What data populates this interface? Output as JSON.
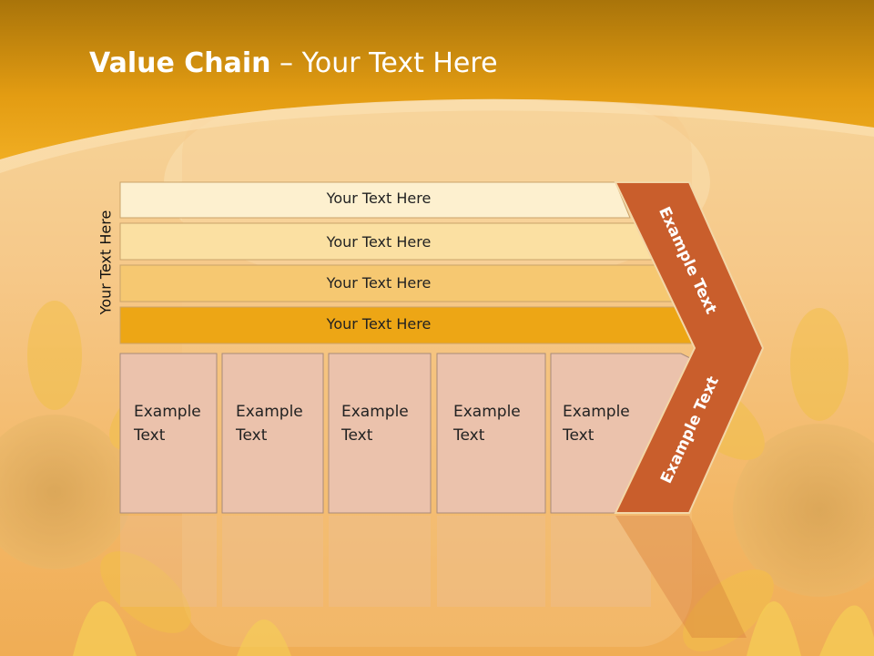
{
  "title": {
    "bold": "Value Chain",
    "rest": " – Your Text Here"
  },
  "side_label": "Your Text Here",
  "bands": [
    {
      "label": "Your Text Here",
      "color": "#fdf0cf"
    },
    {
      "label": "Your Text Here",
      "color": "#fbe0a2"
    },
    {
      "label": "Your Text Here",
      "color": "#f6c871"
    },
    {
      "label": "Your Text Here",
      "color": "#eda615"
    }
  ],
  "boxes": [
    {
      "line1": "Example",
      "line2": "Text"
    },
    {
      "line1": "Example",
      "line2": "Text"
    },
    {
      "line1": "Example",
      "line2": "Text"
    },
    {
      "line1": "Example",
      "line2": "Text"
    },
    {
      "line1": "Example",
      "line2": "Text"
    }
  ],
  "arrow": {
    "top_label": "Example Text",
    "bottom_label": "Example Text",
    "color": "#c95e2c"
  },
  "colors": {
    "header": "#e8a318",
    "box_fill": "#ebc2ac",
    "box_border": "#a88a7a"
  }
}
